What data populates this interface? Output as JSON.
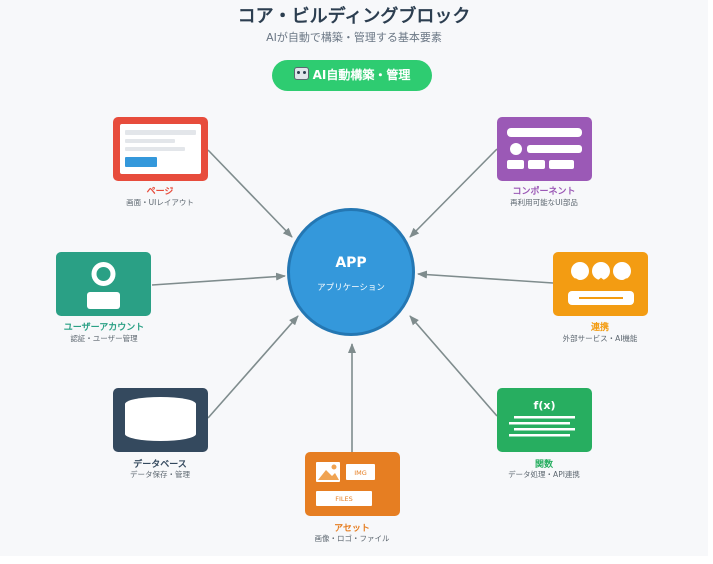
{
  "header": {
    "title": "コア・ビルディングブロック",
    "subtitle": "AIが自動で構築・管理する基本要素",
    "badge": "AI自動構築・管理",
    "badge_icon": "robot-icon"
  },
  "center": {
    "title": "APP",
    "subtitle": "アプリケーション",
    "color": "#3498db"
  },
  "blocks": {
    "page": {
      "label": "ページ",
      "desc": "画面・UIレイアウト",
      "color": "#e74c3c"
    },
    "component": {
      "label": "コンポーネント",
      "desc": "再利用可能なUI部品",
      "color": "#9b59b6"
    },
    "account": {
      "label": "ユーザーアカウント",
      "desc": "認証・ユーザー管理",
      "color": "#2aa085"
    },
    "integration": {
      "label": "連携",
      "desc": "外部サービス・AI機能",
      "color": "#f39c12"
    },
    "database": {
      "label": "データベース",
      "desc": "データ保存・管理",
      "color": "#34495e"
    },
    "function": {
      "label": "関数",
      "desc": "データ処理・API連携",
      "color": "#27ae60",
      "icon_text": "f(x)"
    },
    "asset": {
      "label": "アセット",
      "desc": "画像・ロゴ・ファイル",
      "color": "#e67e22",
      "img_tag": "IMG",
      "files_tag": "FILES"
    }
  },
  "connector_color": "#7f8c8d"
}
